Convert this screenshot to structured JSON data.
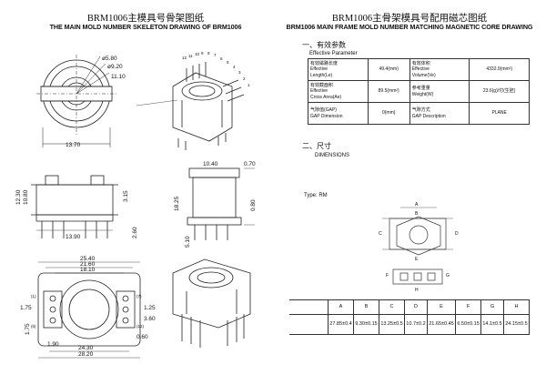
{
  "left": {
    "title_cn": "BRM1006主模具号骨架图纸",
    "title_en": "THE MAIN MOLD NUMBER SKELETON DRAWING OF BRM1006",
    "dims": {
      "d_ø5_80": "ø5.80",
      "d_ø9_20": "ø9.20",
      "d_11_10": "11.10",
      "d_13_70": "13.70",
      "d_10_40": "10.40",
      "d_0_70": "0.70",
      "d_12_30": "12.30",
      "d_10_80": "10.80",
      "d_3_15": "3.15",
      "d_18_25": "18.25",
      "d_2_60": "2.60",
      "d_13_90": "13.90",
      "d_0_80": "0.80",
      "d_5_10": "5.10",
      "d_25_40": "25.40",
      "d_21_60": "21.60",
      "d_18_10": "18.10",
      "d_1_75a": "1.75",
      "d_1_75b": "1.75",
      "d_1_25": "1.25",
      "d_1_90": "1.90",
      "d_24_30": "24.30",
      "d_28_20": "28.20",
      "d_0_60": "0.60",
      "d_3_60": "3.60"
    },
    "pin_labels": [
      "12",
      "11",
      "10",
      "9",
      "8",
      "7",
      "6",
      "5",
      "4",
      "3",
      "2",
      "1"
    ],
    "marks": [
      "(1)",
      "(6)",
      "(7)",
      "(12)"
    ]
  },
  "right": {
    "title_cn": "BRM1006主骨架模具号配用磁芯图纸",
    "title_en": "BRM1006 MAIN FRAME MOLD NUMBER MATCHING MAGNETIC CORE DRAWING",
    "section1": "一、有效参数",
    "section1_en": "Effective Parameter",
    "params": [
      [
        "有效磁路长度",
        "Effective",
        "Length(Le)",
        "49.4(mm)",
        "有效体积",
        "Effective",
        "Volume(Ve)",
        "4332.9(mm³)"
      ],
      [
        "有效截面积",
        "Effective",
        "Cross Area(Ae)",
        "89.5(mm²)",
        "参考重量",
        "Weight(W)",
        "",
        "23.6(g)/付(生胚)"
      ],
      [
        "气隙值(GAP)",
        "GAP Dimension",
        "",
        "0(mm)",
        "气隙方式",
        "GAP Description",
        "",
        "PLANE"
      ]
    ],
    "section2": "二、尺寸",
    "section2_en": "DIMENSIONS",
    "type_label": "Type: RM",
    "dim_headers": [
      "A",
      "B",
      "C",
      "D",
      "E",
      "F",
      "G",
      "H"
    ],
    "dim_values": [
      "27.85±0.4",
      "9.30±0.15",
      "13.25±0.5",
      "10.7±0.2",
      "21.65±0.45",
      "6.50±0.15",
      "14.1±0.5",
      "24.15±0.5"
    ],
    "core_letters": [
      "A",
      "B",
      "C",
      "D",
      "E",
      "F",
      "G",
      "H"
    ]
  }
}
